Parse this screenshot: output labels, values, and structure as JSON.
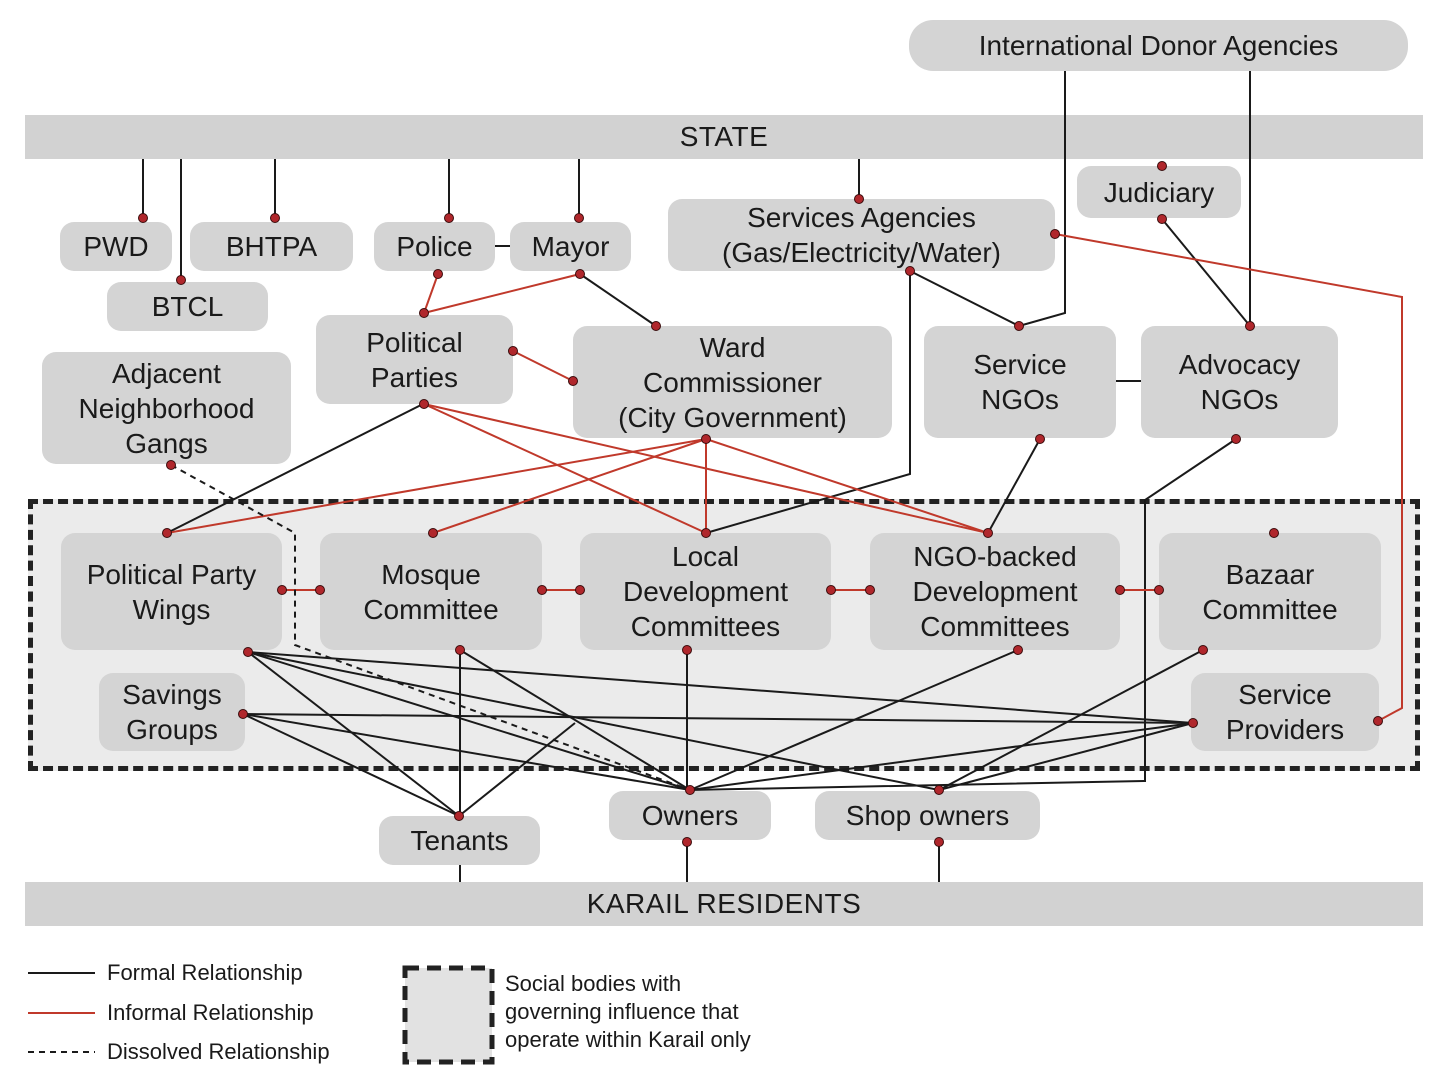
{
  "bands": {
    "state": "STATE",
    "residents": "KARAIL RESIDENTS"
  },
  "nodes": {
    "donors": "International Donor Agencies",
    "pwd": "PWD",
    "bhtpa": "BHTPA",
    "btcl": "BTCL",
    "police": "Police",
    "mayor": "Mayor",
    "services": "Services Agencies\n(Gas/Electricity/Water)",
    "judiciary": "Judiciary",
    "parties": "Political\nParties",
    "ward": "Ward\nCommissioner\n(City Government)",
    "service_ngos": "Service\nNGOs",
    "advocacy_ngos": "Advocacy\nNGOs",
    "gangs": "Adjacent\nNeighborhood\nGangs",
    "party_wings": "Political Party\nWings",
    "mosque": "Mosque\nCommittee",
    "ldc": "Local\nDevelopment\nCommittees",
    "ngo_dc": "NGO-backed\nDevelopment\nCommittees",
    "bazaar": "Bazaar\nCommittee",
    "savings": "Savings\nGroups",
    "providers": "Service\nProviders",
    "tenants": "Tenants",
    "owners": "Owners",
    "shop_owners": "Shop owners"
  },
  "legend": {
    "formal": "Formal Relationship",
    "informal": "Informal Relationship",
    "dissolved": "Dissolved Relationship",
    "box_note": "Social bodies with\ngoverning influence that\noperate within Karail only"
  },
  "colors": {
    "formal": "#1a1a1a",
    "informal": "#c0392b",
    "node": "#d4d4d4",
    "zone": "#ebebeb"
  }
}
